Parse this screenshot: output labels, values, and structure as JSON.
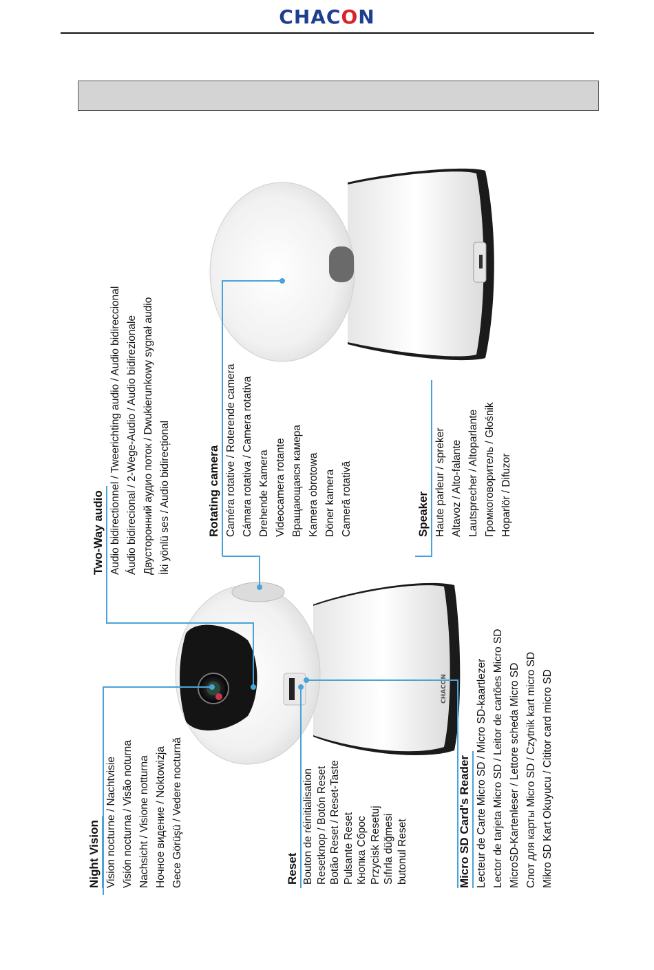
{
  "brand": {
    "logo_text": "CHACON"
  },
  "colors": {
    "brand_blue": "#1e3f8f",
    "brand_red": "#d9222a",
    "callout_blue": "#4aa3d8",
    "banner_gray": "#d4d4d4"
  },
  "labels": {
    "night_vision": {
      "title": "Night Vision",
      "lines": [
        "Vision nocturne / Nachtvisie",
        "Visión nocturna / Visão noturna",
        "Nachsicht / Visione notturna",
        "Ночное видение / Noktowizja",
        "Gece Görüşü / Vedere nocturnă"
      ]
    },
    "reset": {
      "title": "Reset",
      "lines": [
        "Bouton de réinitialisation",
        "Resetknop / Botón Reset",
        "Botão Reset / Reset-Taste",
        "Pulsante Reset",
        "Кнопка Сброс",
        "Przycisk Resetuj",
        "Sıfırla düğmesi",
        "butonul Reset"
      ]
    },
    "micro_sd": {
      "title": "Micro SD Card's Reader",
      "lines": [
        "Lecteur de Carte Micro SD / Micro SD-kaartlezer",
        "Lector de tarjeta Micro SD / Leitor de cartões Micro SD",
        "MicroSD-Kartenleser / Lettore scheda Micro SD",
        "Слот для карты Micro SD / Czytnik kart micro SD",
        "Mikro SD Kart Okuyucu / Cititor card micro SD"
      ]
    },
    "two_way_audio": {
      "title": "Two-Way audio",
      "lines": [
        "Audio bidirectionnel / Tweerichting audio / Audio bidireccional",
        "Áudio bidirecional / 2-Wege-Audio / Audio bidirezionale",
        "Двусторонний аудио поток / Dwukierunkowy sygnał audio",
        "İki yönlü ses / Audio bidirecțional"
      ]
    },
    "rotating_camera": {
      "title": "Rotating camera",
      "lines": [
        "Caméra rotative / Roterende camera",
        "Cámara rotativa / Camera rotativa",
        "Drehende Kamera",
        "Videocamera rotante",
        "Вращающаяся камера",
        "Kamera obrotowa",
        "Döner kamera",
        "Cameră rotativă"
      ]
    },
    "speaker": {
      "title": "Speaker",
      "lines": [
        "Haute parleur / spreker",
        "Altavoz / Alto-falante",
        "Lautsprecher / Altoparlante",
        "Громкоговоритель / Głośnik",
        "Hoparlör / Difuzor"
      ]
    }
  },
  "device": {
    "logo_text": "CHACON"
  }
}
